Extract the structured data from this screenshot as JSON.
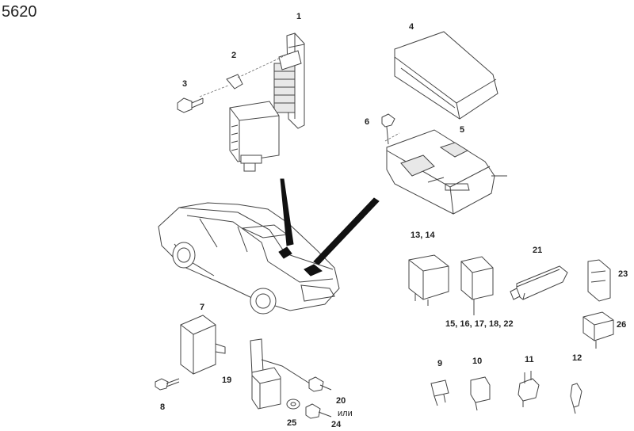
{
  "diagram": {
    "page_number": "5620",
    "callouts": {
      "c1": "1",
      "c2": "2",
      "c3": "3",
      "c4": "4",
      "c5": "5",
      "c6": "6",
      "c7": "7",
      "c8": "8",
      "c9": "9",
      "c10": "10",
      "c11": "11",
      "c12": "12",
      "c13_14": "13, 14",
      "c15_22": "15, 16, 17, 18, 22",
      "c19": "19",
      "c20": "20",
      "c21": "21",
      "c23": "23",
      "c24": "24",
      "c25": "25",
      "c26": "26"
    },
    "alt_note": "или",
    "colors": {
      "line": "#444444",
      "leader": "#111111",
      "background": "#ffffff"
    }
  }
}
